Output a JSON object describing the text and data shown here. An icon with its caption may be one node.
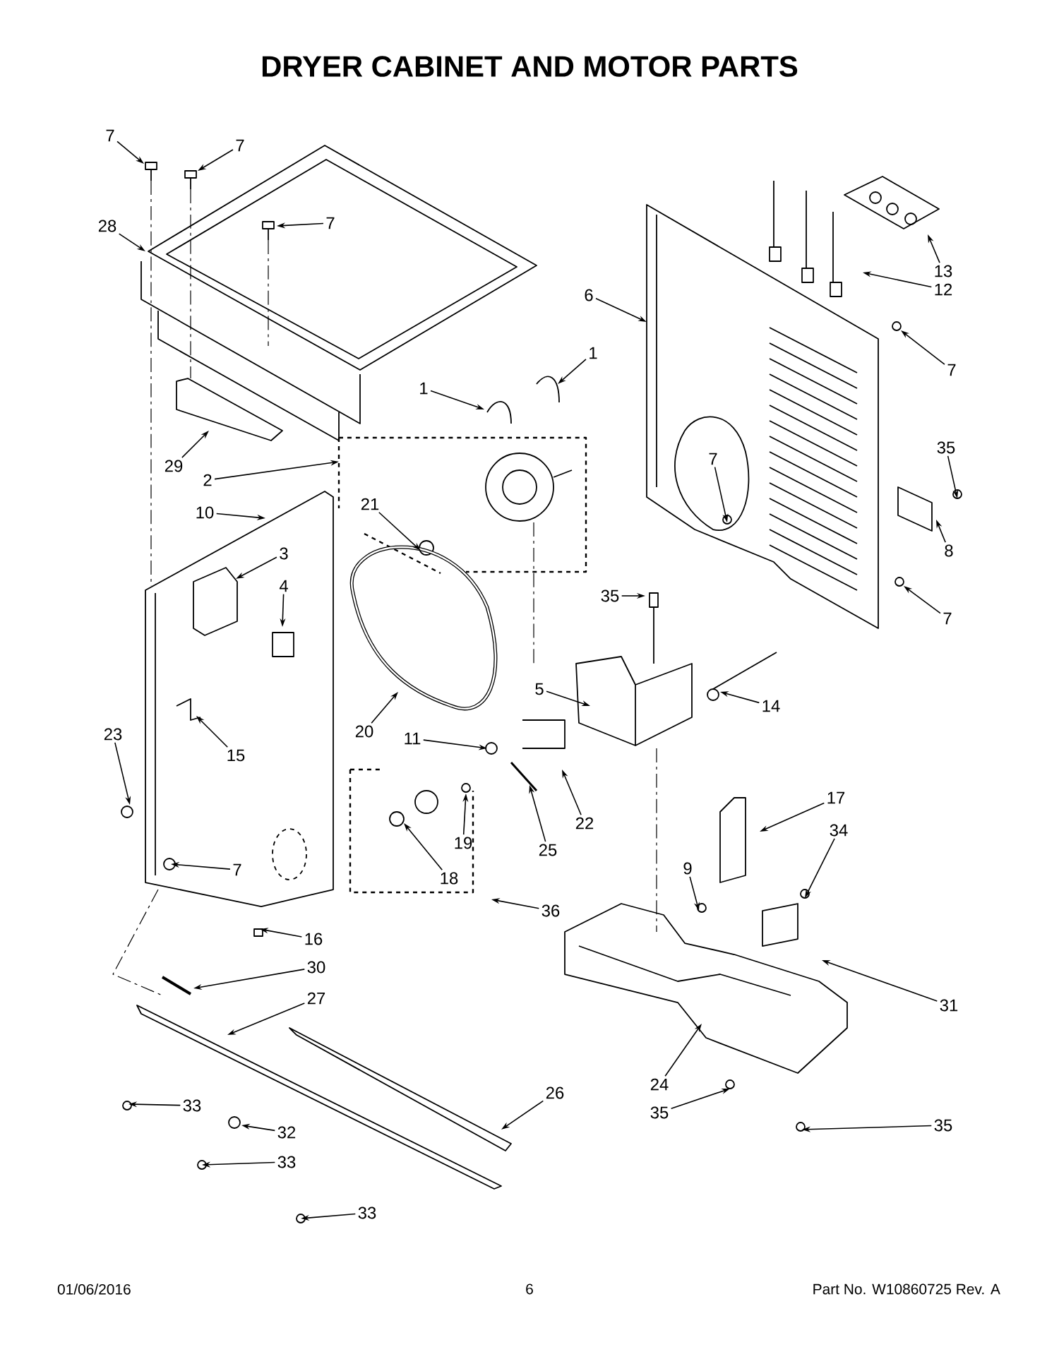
{
  "diagram": {
    "title": "DRYER CABINET AND MOTOR PARTS",
    "nodes": [
      {
        "text": [
          "7"
        ]
      },
      {
        "text": [
          "7"
        ]
      },
      {
        "text": [
          "7"
        ]
      },
      {
        "text": [
          "28"
        ]
      },
      {
        "text": [
          "1"
        ]
      },
      {
        "text": [
          "1"
        ]
      },
      {
        "text": [
          "29"
        ]
      },
      {
        "text": [
          "2"
        ]
      },
      {
        "text": [
          "10"
        ]
      },
      {
        "text": [
          "21"
        ]
      },
      {
        "text": [
          "3"
        ]
      },
      {
        "text": [
          "4"
        ]
      },
      {
        "text": [
          "15"
        ]
      },
      {
        "text": [
          "20"
        ]
      },
      {
        "text": [
          "5"
        ]
      },
      {
        "text": [
          "11"
        ]
      },
      {
        "text": [
          "22"
        ]
      },
      {
        "text": [
          "23"
        ]
      },
      {
        "text": [
          "19"
        ]
      },
      {
        "text": [
          "25"
        ]
      },
      {
        "text": [
          "18"
        ]
      },
      {
        "text": [
          "7"
        ]
      },
      {
        "text": [
          "36"
        ]
      },
      {
        "text": [
          "16"
        ]
      },
      {
        "text": [
          "30"
        ]
      },
      {
        "text": [
          "27"
        ]
      },
      {
        "text": [
          "33"
        ]
      },
      {
        "text": [
          "32"
        ]
      },
      {
        "text": [
          "33"
        ]
      },
      {
        "text": [
          "33"
        ]
      },
      {
        "text": [
          "26"
        ]
      },
      {
        "text": [
          "9"
        ]
      },
      {
        "text": [
          "17"
        ]
      },
      {
        "text": [
          "34"
        ]
      },
      {
        "text": [
          "31"
        ]
      },
      {
        "text": [
          "24"
        ]
      },
      {
        "text": [
          "35"
        ]
      },
      {
        "text": [
          "35"
        ]
      },
      {
        "text": [
          "6"
        ]
      },
      {
        "text": [
          "13"
        ]
      },
      {
        "text": [
          "12"
        ]
      },
      {
        "text": [
          "7"
        ]
      },
      {
        "text": [
          "7"
        ]
      },
      {
        "text": [
          "35"
        ]
      },
      {
        "text": [
          "8"
        ]
      },
      {
        "text": [
          "7"
        ]
      },
      {
        "text": [
          "35"
        ]
      },
      {
        "text": [
          "14"
        ]
      }
    ],
    "edges": [
      {
        "from": 0,
        "to": null,
        "arrow": "to"
      },
      {
        "from": 1,
        "to": null,
        "arrow": "to"
      },
      {
        "from": 2,
        "to": null,
        "arrow": "to"
      },
      {
        "from": 3,
        "to": null,
        "arrow": "to"
      },
      {
        "from": 4,
        "to": null,
        "arrow": "to"
      },
      {
        "from": 5,
        "to": null,
        "arrow": "to"
      },
      {
        "from": 6,
        "to": null,
        "arrow": "to"
      },
      {
        "from": 7,
        "to": null,
        "arrow": "to"
      },
      {
        "from": 8,
        "to": null,
        "arrow": "to"
      },
      {
        "from": 9,
        "to": null,
        "arrow": "to"
      },
      {
        "from": 10,
        "to": null,
        "arrow": "to"
      },
      {
        "from": 11,
        "to": null,
        "arrow": "to"
      },
      {
        "from": 12,
        "to": null,
        "arrow": "to"
      },
      {
        "from": 13,
        "to": null,
        "arrow": "to"
      },
      {
        "from": 14,
        "to": null,
        "arrow": "to"
      },
      {
        "from": 15,
        "to": null,
        "arrow": "to"
      },
      {
        "from": 16,
        "to": null,
        "arrow": "to"
      },
      {
        "from": 17,
        "to": null,
        "arrow": "to"
      },
      {
        "from": 18,
        "to": null,
        "arrow": "to"
      },
      {
        "from": 19,
        "to": null,
        "arrow": "to"
      },
      {
        "from": 20,
        "to": null,
        "arrow": "to"
      },
      {
        "from": 21,
        "to": null,
        "arrow": "to"
      },
      {
        "from": 22,
        "to": null,
        "arrow": "to"
      },
      {
        "from": 23,
        "to": null,
        "arrow": "to"
      },
      {
        "from": 24,
        "to": null,
        "arrow": "to"
      },
      {
        "from": 25,
        "to": null,
        "arrow": "to"
      },
      {
        "from": 26,
        "to": null,
        "arrow": "to"
      },
      {
        "from": 27,
        "to": null,
        "arrow": "to"
      },
      {
        "from": 28,
        "to": null,
        "arrow": "to"
      },
      {
        "from": 29,
        "to": null,
        "arrow": "to"
      },
      {
        "from": 30,
        "to": null,
        "arrow": "to"
      },
      {
        "from": 31,
        "to": null,
        "arrow": "to"
      },
      {
        "from": 32,
        "to": null,
        "arrow": "to"
      },
      {
        "from": 33,
        "to": null,
        "arrow": "to"
      },
      {
        "from": 34,
        "to": null,
        "arrow": "to"
      },
      {
        "from": 35,
        "to": null,
        "arrow": "to"
      },
      {
        "from": 36,
        "to": null,
        "arrow": "to"
      },
      {
        "from": 37,
        "to": null,
        "arrow": "to"
      },
      {
        "from": 38,
        "to": null,
        "arrow": "to"
      },
      {
        "from": 39,
        "to": null,
        "arrow": "to"
      },
      {
        "from": 40,
        "to": null,
        "arrow": "to"
      },
      {
        "from": 41,
        "to": null,
        "arrow": "to"
      },
      {
        "from": 42,
        "to": null,
        "arrow": "to"
      },
      {
        "from": 43,
        "to": null,
        "arrow": "to"
      },
      {
        "from": 44,
        "to": null,
        "arrow": "to"
      },
      {
        "from": 45,
        "to": null,
        "arrow": "to"
      },
      {
        "from": 46,
        "to": null,
        "arrow": "to"
      },
      {
        "from": 47,
        "to": null,
        "arrow": "to"
      }
    ],
    "labels": [
      "01/06/2016",
      "6",
      "Part No. W10860725 Rev. A"
    ]
  }
}
